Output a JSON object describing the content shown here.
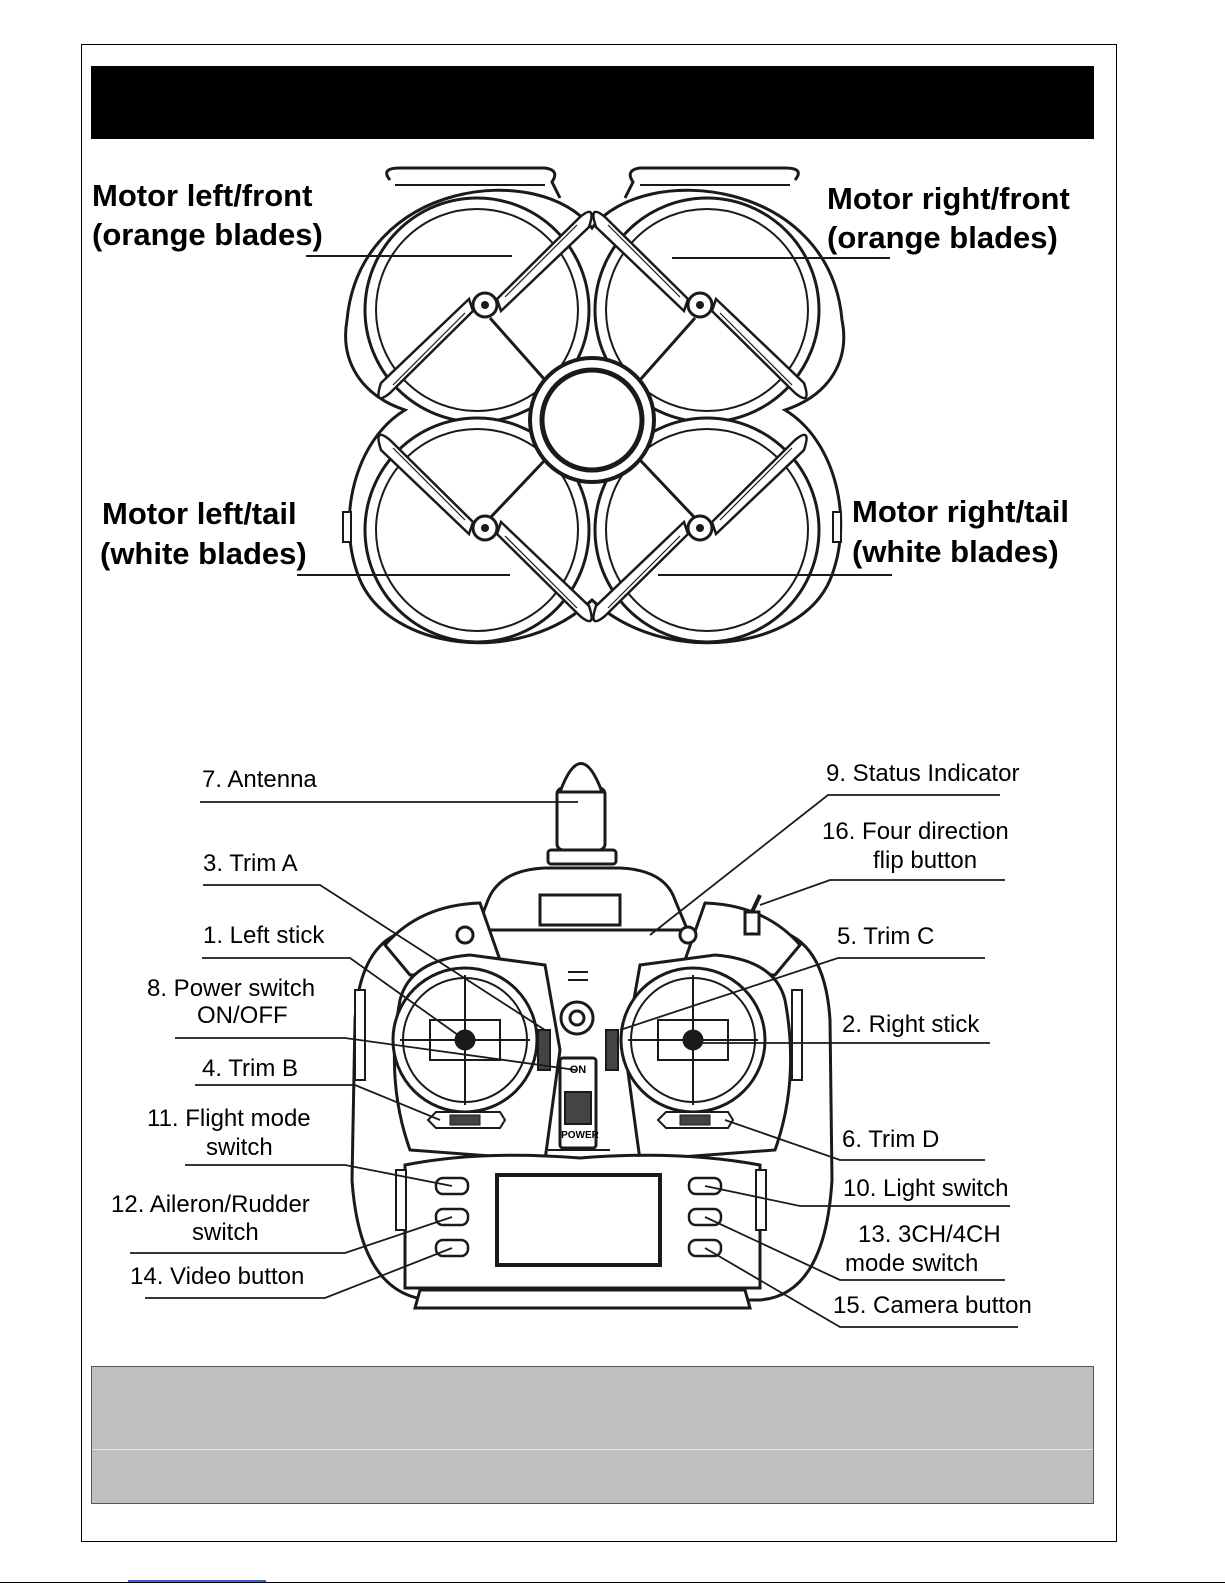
{
  "drone_labels": {
    "left_front_line1": "Motor left/front",
    "left_front_line2": "(orange blades)",
    "right_front_line1": "Motor right/front",
    "right_front_line2": "(orange blades)",
    "left_tail_line1": "Motor left/tail",
    "left_tail_line2": "(white blades)",
    "right_tail_line1": "Motor right/tail",
    "right_tail_line2": "(white blades)"
  },
  "controller_labels": {
    "antenna": "7. Antenna",
    "status_indicator": "9. Status Indicator",
    "flip_button_line1": "16. Four direction",
    "flip_button_line2": "flip button",
    "trim_a": "3. Trim A",
    "left_stick": "1. Left stick",
    "trim_c": "5. Trim C",
    "power_switch_line1": "8. Power switch",
    "power_switch_line2": "ON/OFF",
    "right_stick": "2. Right stick",
    "trim_b": "4. Trim B",
    "flight_mode_line1": "11. Flight mode",
    "flight_mode_line2": "switch",
    "trim_d": "6. Trim D",
    "aileron_rudder_line1": "12. Aileron/Rudder",
    "aileron_rudder_line2": "switch",
    "light_switch": "10. Light switch",
    "mode_switch_line1": "13. 3CH/4CH",
    "mode_switch_line2": "mode switch",
    "video_button": "14. Video button",
    "camera_button": "15. Camera button"
  },
  "device_text": {
    "on": "ON",
    "power": "POWER"
  },
  "colors": {
    "title_bar": "#000000",
    "footer_box": "#c0c0c0",
    "line_art": "#1a1a1a"
  }
}
